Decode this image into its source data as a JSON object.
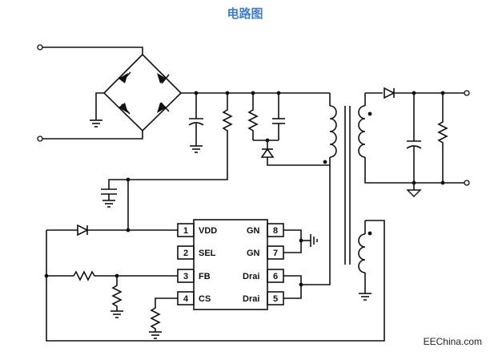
{
  "title": "电路图",
  "ic": {
    "pins_left": [
      {
        "num": "1",
        "label": "VDD"
      },
      {
        "num": "2",
        "label": "SEL"
      },
      {
        "num": "3",
        "label": "FB"
      },
      {
        "num": "4",
        "label": "CS"
      }
    ],
    "pins_right": [
      {
        "num": "8",
        "label": "GN"
      },
      {
        "num": "7",
        "label": "GN"
      },
      {
        "num": "6",
        "label": "Drai"
      },
      {
        "num": "5",
        "label": "Drai"
      }
    ]
  },
  "watermark": "EEChina.com"
}
